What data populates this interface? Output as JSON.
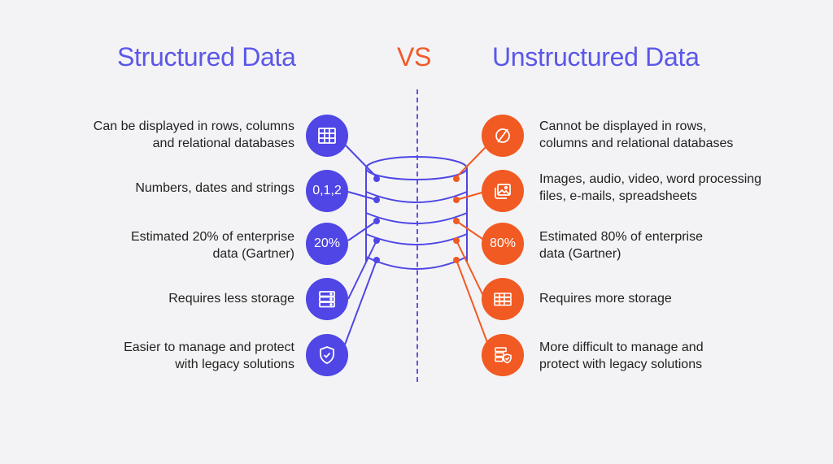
{
  "titles": {
    "left": "Structured Data",
    "vs": "VS",
    "right": "Unstructured Data"
  },
  "colors": {
    "structured": "#4f46e5",
    "unstructured": "#f15a22",
    "divider": "#5b57e8",
    "background": "#f3f3f5"
  },
  "structured": {
    "items": [
      {
        "line1": "Can be displayed in rows, columns",
        "line2": "and relational databases",
        "icon": "table-grid-icon"
      },
      {
        "line1": "Numbers, dates and strings",
        "line2": "",
        "badge": "0,1,2"
      },
      {
        "line1": "Estimated 20% of enterprise",
        "line2": "data (Gartner)",
        "badge": "20%"
      },
      {
        "line1": "Requires less storage",
        "line2": "",
        "icon": "server-rack-icon"
      },
      {
        "line1": "Easier to manage and protect",
        "line2": "with legacy solutions",
        "icon": "shield-check-icon"
      }
    ]
  },
  "unstructured": {
    "items": [
      {
        "line1": "Cannot be displayed in rows,",
        "line2": "columns and relational databases",
        "icon": "empty-set-icon"
      },
      {
        "line1": "Images, audio, video, word processing",
        "line2": "files, e-mails, spreadsheets",
        "icon": "image-gallery-icon"
      },
      {
        "line1": "Estimated 80% of enterprise",
        "line2": "data (Gartner)",
        "badge": "80%"
      },
      {
        "line1": "Requires more storage",
        "line2": "",
        "icon": "wide-server-icon"
      },
      {
        "line1": "More difficult to manage and",
        "line2": "protect with legacy solutions",
        "icon": "server-shield-icon"
      }
    ]
  }
}
